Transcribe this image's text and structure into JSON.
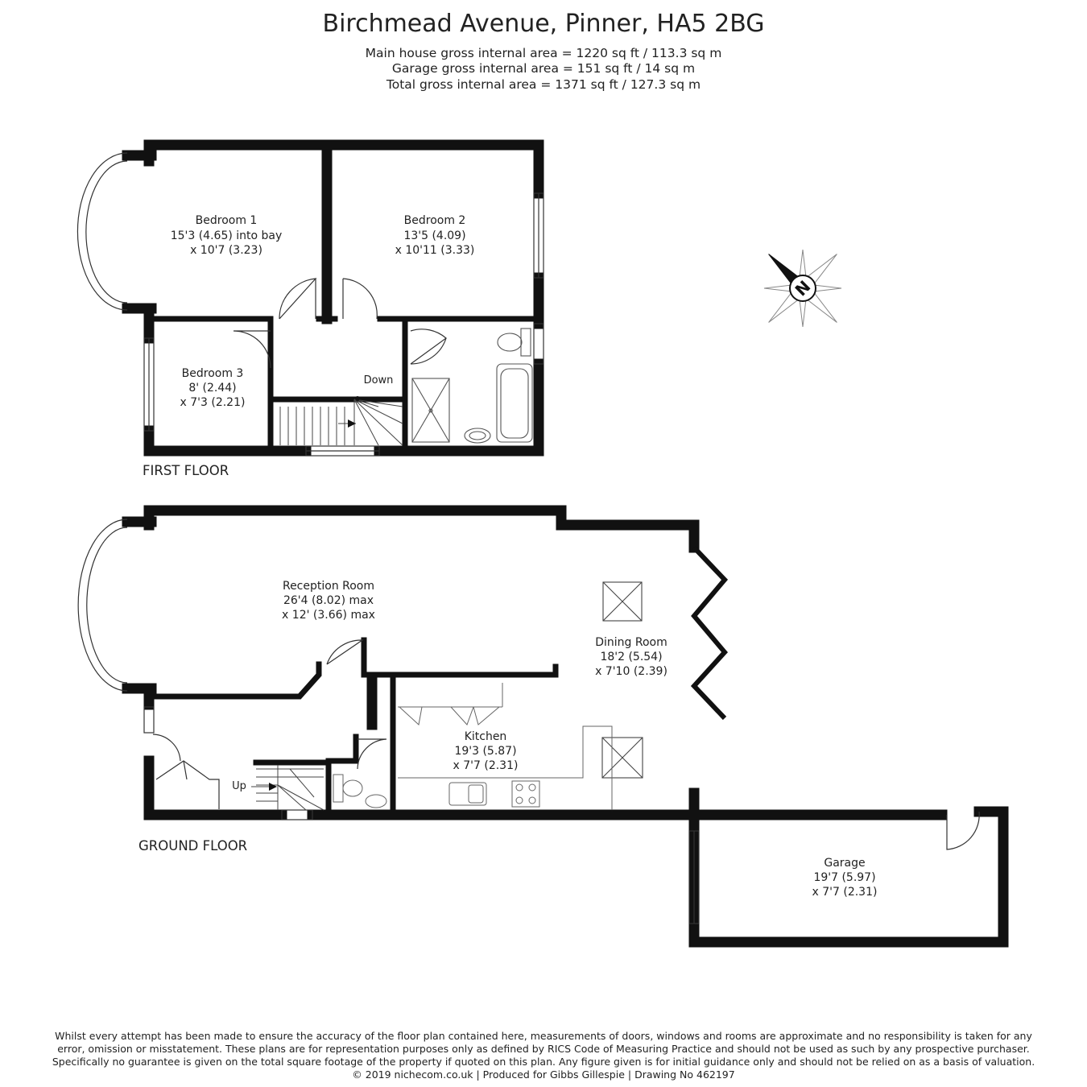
{
  "header": {
    "title": "Birchmead Avenue, Pinner, HA5 2BG",
    "area_main": "Main house gross internal area = 1220 sq ft / 113.3 sq m",
    "area_garage": "Garage gross internal area = 151 sq ft / 14 sq m",
    "area_total": "Total gross internal area =  1371 sq ft / 127.3 sq m"
  },
  "first_floor": {
    "label": "FIRST FLOOR",
    "bedroom1": {
      "name": "Bedroom 1",
      "dim1": "15'3 (4.65) into bay",
      "dim2": "x 10'7 (3.23)"
    },
    "bedroom2": {
      "name": "Bedroom 2",
      "dim1": "13'5 (4.09)",
      "dim2": "x 10'11 (3.33)"
    },
    "bedroom3": {
      "name": "Bedroom 3",
      "dim1": "8' (2.44)",
      "dim2": "x 7'3 (2.21)"
    },
    "stairs_label": "Down"
  },
  "ground_floor": {
    "label": "GROUND FLOOR",
    "reception": {
      "name": "Reception Room",
      "dim1": "26'4 (8.02) max",
      "dim2": "x 12' (3.66) max"
    },
    "dining": {
      "name": "Dining Room",
      "dim1": "18'2 (5.54)",
      "dim2": "x 7'10 (2.39)"
    },
    "kitchen": {
      "name": "Kitchen",
      "dim1": "19'3 (5.87)",
      "dim2": "x 7'7 (2.31)"
    },
    "garage": {
      "name": "Garage",
      "dim1": "19'7 (5.97)",
      "dim2": "x 7'7 (2.31)"
    },
    "stairs_label": "Up"
  },
  "compass": {
    "letter": "N",
    "icon": "compass-icon"
  },
  "disclaimer": {
    "line1": "Whilst every attempt has been made to ensure the accuracy of the floor plan contained here, measurements of doors, windows and rooms are approximate and no responsibility is taken for any",
    "line2": "error, omission or misstatement. These plans are for representation purposes only as defined by RICS Code of Measuring Practice and should not be used as such by any prospective purchaser.",
    "line3": "Specifically no guarantee is given on the total square footage of the property if quoted on this plan. Any figure given is for initial guidance only and should not be relied on as a basis of valuation.",
    "line4": "© 2019 nichecom.co.uk  |  Produced for Gibbs Gillespie  |  Drawing No 462197"
  },
  "colors": {
    "wall": "#111111",
    "fixture": "#777777",
    "text": "#222222",
    "background": "#ffffff"
  }
}
